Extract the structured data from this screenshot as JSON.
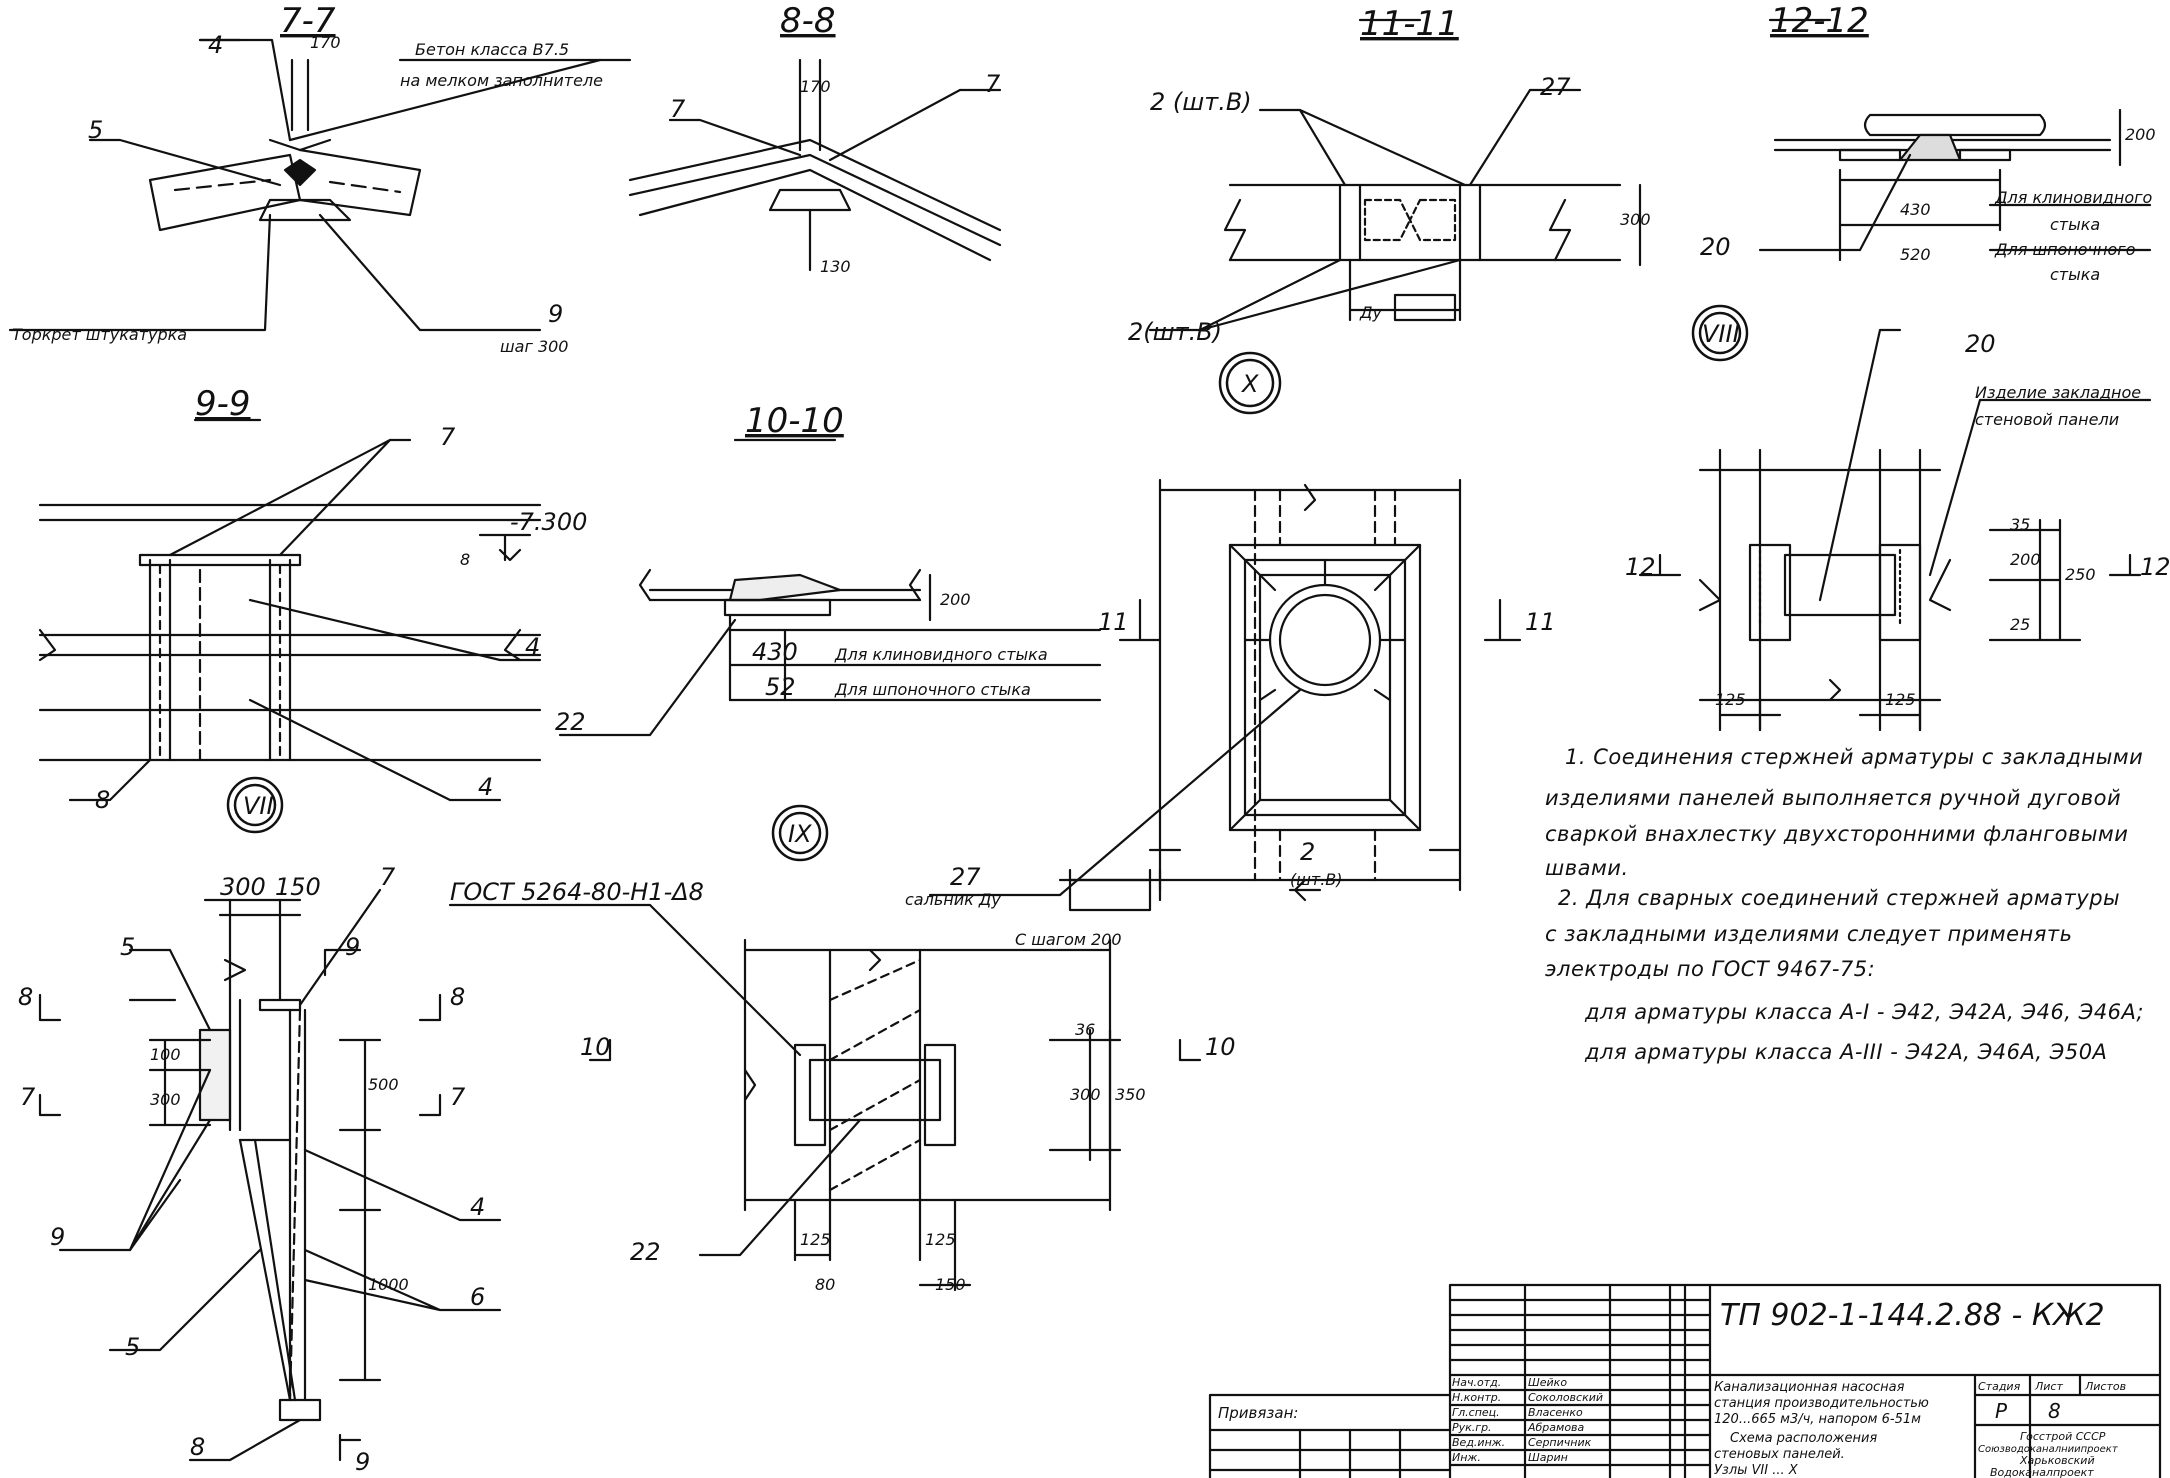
{
  "sections": {
    "s77": {
      "title": "7-7",
      "concrete": "Бетон класса В7.5",
      "concrete2": "на мелком заполнителе",
      "torkret": "Торкрет штукатурка",
      "m4": "4",
      "m5": "5",
      "m9": "9",
      "step": "шаг 300",
      "dim": "170"
    },
    "s88": {
      "title": "8-8",
      "m7a": "7",
      "m7b": "7",
      "dim1": "170",
      "dim2": "130"
    },
    "s1111": {
      "title": "11-11",
      "m2a": "2 (шт.В)",
      "m2b": "2(шт.В)",
      "m27": "27",
      "du": "Ду",
      "dim": "300"
    },
    "s1212": {
      "title": "12-12",
      "m20": "20",
      "d430": "430",
      "d520": "520",
      "t1": "Для клиновидного",
      "t1b": "стыка",
      "t2": "Для шпоночного",
      "t2b": "стыка",
      "dim": "200"
    },
    "s99": {
      "title": "9-9",
      "m7": "7",
      "m4a": "4",
      "m4b": "4",
      "m8": "8",
      "level": "-7.300",
      "dim": "8"
    },
    "s1010": {
      "title": "10-10",
      "m22": "22",
      "d430": "430",
      "d52": "52",
      "t1": "Для клиновидного стыка",
      "t2": "Для шпоночного стыка",
      "dim": "200"
    }
  },
  "nodes": {
    "vii": "VII",
    "viii": "VIII",
    "ix": "IX",
    "x": "X"
  },
  "elevation": {
    "d300": "300",
    "d150": "150",
    "m7": "7",
    "m5a": "5",
    "m5b": "5",
    "m9a": "9",
    "m9b": "9",
    "m4": "4",
    "m6": "6",
    "m8": "8",
    "d100": "100",
    "d300v": "300",
    "d500": "500",
    "d1000": "1000",
    "cut8a": "8",
    "cut8b": "8",
    "cut7a": "7",
    "cut7b": "7",
    "cut9": "9"
  },
  "gost_detail": {
    "label": "ГОСТ 5264-80-Н1-Δ8",
    "m22": "22",
    "cut10a": "10",
    "cut10b": "10",
    "d36": "36",
    "d300": "300",
    "d350": "350",
    "d125a": "125",
    "d125b": "125",
    "d80": "80",
    "d150": "150"
  },
  "pipe_detail": {
    "m27": "27",
    "salnik": "сальник Ду",
    "step": "С шагом 200",
    "m2": "2",
    "m2b": "(шт.В)",
    "cut11a": "11",
    "cut11b": "11"
  },
  "panel_detail": {
    "m20": "20",
    "izd": "Изделие закладное",
    "izd2": "стеновой панели",
    "cut12a": "12",
    "cut12b": "12",
    "d35": "35",
    "d200": "200",
    "d25": "25",
    "d250": "250",
    "d125a": "125",
    "d125b": "125"
  },
  "notes": [
    "1. Соединения стержней арматуры с закладными",
    "изделиями панелей выполняется ручной дуговой",
    "сваркой внахлестку двухсторонними фланговыми",
    "швами.",
    "2. Для сварных соединений стержней арматуры",
    "с закладными изделиями следует применять",
    "электроды по ГОСТ 9467-75:",
    "для арматуры класса А-I - Э42, Э42А, Э46, Э46А;",
    "для арматуры класса А-III - Э42А, Э46А, Э50А"
  ],
  "title_block": {
    "code": "ТП 902-1-144.2.88 - КЖ2",
    "privyazan": "Привязан:",
    "roles": [
      "Нач.отд.",
      "Н.контр.",
      "Гл.спец.",
      "Рук.гр.",
      "Вед.инж.",
      "Инж."
    ],
    "names": [
      "Шейко",
      "Соколовский",
      "Власенко",
      "Абрамова",
      "Серпичник",
      "Шарин"
    ],
    "project": [
      "Канализационная насосная",
      "станция производительностью",
      "120...665 м3/ч, напором 6-51м"
    ],
    "sheet_title": [
      "Схема расположения",
      "стеновых панелей.",
      "Узлы VII ... X"
    ],
    "stage_h": "Стадия",
    "sheet_h": "Лист",
    "sheets_h": "Листов",
    "stage": "Р",
    "sheet": "8",
    "org": [
      "Госстрой СССР",
      "Союзводоканалниипроект",
      "Харьковский",
      "Водоканалпроект"
    ]
  }
}
